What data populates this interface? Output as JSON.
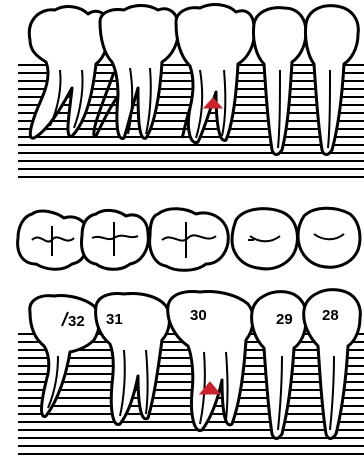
{
  "tooth_numbers": {
    "t32": "32",
    "t31": "31",
    "t30": "30",
    "t29": "29",
    "t28": "28"
  },
  "marker": {
    "shape": "triangle",
    "color": "#d0202a",
    "upper_tooth": "30",
    "lower_tooth": "30"
  },
  "colors": {
    "outline": "#000000",
    "background": "#ffffff"
  }
}
